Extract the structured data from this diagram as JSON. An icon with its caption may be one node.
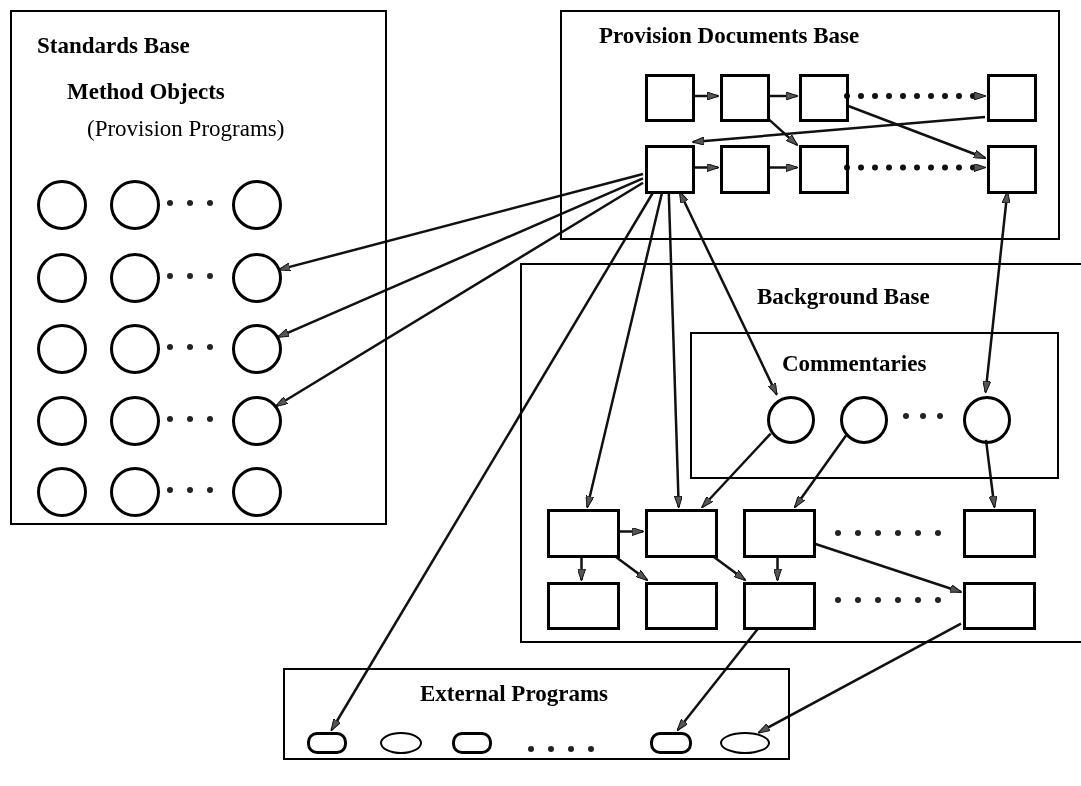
{
  "diagram": {
    "nodes": [
      {
        "text": [
          "Standards Base",
          "Method Objects",
          "(Provision Programs)"
        ]
      },
      {
        "text": [],
        "shape": "circle",
        "in": 0
      },
      {
        "text": [],
        "shape": "circle",
        "in": 0
      },
      {
        "text": [],
        "shape": "circle",
        "in": 0
      },
      {
        "text": [],
        "shape": "circle",
        "in": 0
      },
      {
        "text": [],
        "shape": "circle",
        "in": 0
      },
      {
        "text": [],
        "shape": "circle",
        "in": 0
      },
      {
        "text": [],
        "shape": "circle",
        "in": 0
      },
      {
        "text": [],
        "shape": "circle",
        "in": 0
      },
      {
        "text": [],
        "shape": "circle",
        "in": 0
      },
      {
        "text": [],
        "shape": "circle",
        "in": 0
      },
      {
        "text": [],
        "shape": "circle",
        "in": 0
      },
      {
        "text": [],
        "shape": "circle",
        "in": 0
      },
      {
        "text": [],
        "shape": "circle",
        "in": 0
      },
      {
        "text": [],
        "shape": "circle",
        "in": 0
      },
      {
        "text": [],
        "shape": "circle",
        "in": 0
      },
      {
        "text": [
          "Provision Documents Base"
        ]
      },
      {
        "text": [],
        "shape": "box",
        "in": 16
      },
      {
        "text": [],
        "shape": "box",
        "in": 16
      },
      {
        "text": [],
        "shape": "box",
        "in": 16
      },
      {
        "text": [],
        "shape": "box",
        "in": 16
      },
      {
        "text": [],
        "shape": "box",
        "in": 16
      },
      {
        "text": [],
        "shape": "box",
        "in": 16
      },
      {
        "text": [],
        "shape": "box",
        "in": 16
      },
      {
        "text": [],
        "shape": "box",
        "in": 16
      },
      {
        "text": [
          "Background Base"
        ]
      },
      {
        "text": [
          "Commentaries"
        ],
        "in": 25
      },
      {
        "text": [],
        "shape": "circle",
        "in": 26
      },
      {
        "text": [],
        "shape": "circle",
        "in": 26
      },
      {
        "text": [],
        "shape": "circle",
        "in": 26
      },
      {
        "text": [],
        "shape": "box",
        "in": 25
      },
      {
        "text": [],
        "shape": "box",
        "in": 25
      },
      {
        "text": [],
        "shape": "box",
        "in": 25
      },
      {
        "text": [],
        "shape": "box",
        "in": 25
      },
      {
        "text": [],
        "shape": "box",
        "in": 25
      },
      {
        "text": [],
        "shape": "box",
        "in": 25
      },
      {
        "text": [],
        "shape": "box",
        "in": 25
      },
      {
        "text": [],
        "shape": "box",
        "in": 25
      },
      {
        "text": [
          "External Programs"
        ]
      },
      {
        "text": [],
        "shape": "box",
        "in": 38
      },
      {
        "text": [],
        "shape": "ellipse",
        "in": 38
      },
      {
        "text": [],
        "shape": "box",
        "in": 38
      },
      {
        "text": [],
        "shape": "box",
        "in": 38
      },
      {
        "text": [],
        "shape": "ellipse",
        "in": 38
      }
    ],
    "edges": [
      {
        "from": 17,
        "to": 18,
        "arrow": "to"
      },
      {
        "from": 18,
        "to": 19,
        "arrow": "to"
      },
      {
        "from": 19,
        "to": 20,
        "arrow": "to",
        "style": "dashed"
      },
      {
        "from": 18,
        "to": 23,
        "arrow": "to"
      },
      {
        "from": 19,
        "to": 24,
        "arrow": "to"
      },
      {
        "from": 20,
        "to": 21,
        "arrow": "to"
      },
      {
        "from": 21,
        "to": 22,
        "arrow": "to"
      },
      {
        "from": 22,
        "to": 23,
        "arrow": "to"
      },
      {
        "from": 23,
        "to": 24,
        "arrow": "to",
        "style": "dashed"
      },
      {
        "from": 21,
        "to": 6,
        "arrow": "to"
      },
      {
        "from": 21,
        "to": 9,
        "arrow": "to"
      },
      {
        "from": 21,
        "to": 12,
        "arrow": "to"
      },
      {
        "from": 21,
        "to": 39,
        "arrow": "to"
      },
      {
        "from": 21,
        "to": 30,
        "arrow": "to"
      },
      {
        "from": 21,
        "to": 31,
        "arrow": "to"
      },
      {
        "from": 27,
        "to": 21,
        "arrow": "both"
      },
      {
        "from": 29,
        "to": 24,
        "arrow": "both"
      },
      {
        "from": 27,
        "to": 31,
        "arrow": "to"
      },
      {
        "from": 28,
        "to": 32,
        "arrow": "to"
      },
      {
        "from": 29,
        "to": 33,
        "arrow": "to"
      },
      {
        "from": 30,
        "to": 34,
        "arrow": "to"
      },
      {
        "from": 30,
        "to": 31,
        "arrow": "to"
      },
      {
        "from": 30,
        "to": 35,
        "arrow": "to"
      },
      {
        "from": 31,
        "to": 36,
        "arrow": "to"
      },
      {
        "from": 32,
        "to": 36,
        "arrow": "to"
      },
      {
        "from": 32,
        "to": 37,
        "arrow": "to"
      },
      {
        "from": 36,
        "to": 42,
        "arrow": "to"
      },
      {
        "from": 37,
        "to": 43,
        "arrow": "to"
      }
    ]
  }
}
